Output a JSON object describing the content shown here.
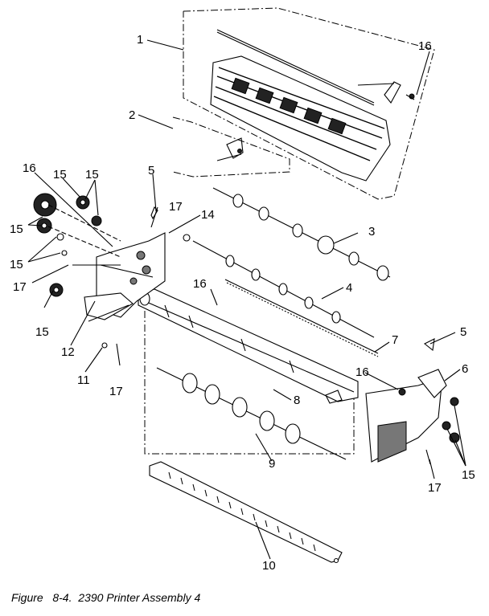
{
  "figure": {
    "caption": "Figure   8-4.  2390 Printer Assembly 4"
  },
  "callouts": {
    "c1": "1",
    "c2": "2",
    "c3": "3",
    "c4": "4",
    "c5a": "5",
    "c5b": "5",
    "c6": "6",
    "c7": "7",
    "c8": "8",
    "c9": "9",
    "c10": "10",
    "c11": "11",
    "c12": "12",
    "c14": "14",
    "c15a": "15",
    "c15b": "15",
    "c15c": "15",
    "c15d": "15",
    "c15e": "15",
    "c15f": "15",
    "c16a": "16",
    "c16b": "16",
    "c16c": "16",
    "c16d": "16",
    "c17a": "17",
    "c17b": "17",
    "c17c": "17",
    "c17d": "17"
  }
}
